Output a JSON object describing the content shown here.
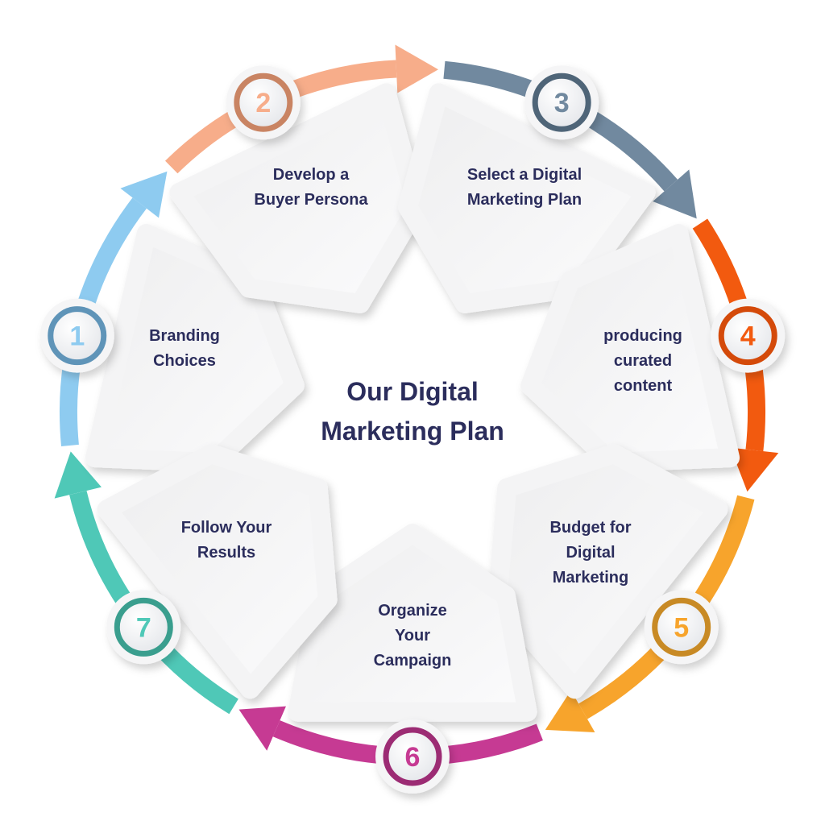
{
  "title": {
    "line1": "Our Digital",
    "line2": "Marketing Plan"
  },
  "steps": [
    {
      "number": "1",
      "lines": [
        "Branding",
        "Choices"
      ],
      "color": "#8ecbf0",
      "ring": "#5f94b8"
    },
    {
      "number": "2",
      "lines": [
        "Develop a",
        "Buyer Persona"
      ],
      "color": "#f7ad8a",
      "ring": "#c98463"
    },
    {
      "number": "3",
      "lines": [
        "Select a Digital",
        "Marketing Plan"
      ],
      "color": "#71899f",
      "ring": "#4f6578"
    },
    {
      "number": "4",
      "lines": [
        "producing",
        "curated",
        "content"
      ],
      "color": "#f25a0f",
      "ring": "#d44a0a"
    },
    {
      "number": "5",
      "lines": [
        "Budget for",
        "Digital",
        "Marketing"
      ],
      "color": "#f7a42c",
      "ring": "#c88a25"
    },
    {
      "number": "6",
      "lines": [
        "Organize",
        "Your",
        "Campaign"
      ],
      "color": "#c63a93",
      "ring": "#9c2c74"
    },
    {
      "number": "7",
      "lines": [
        "Follow Your",
        "Results"
      ],
      "color": "#4fc8b7",
      "ring": "#3a9e8e"
    }
  ]
}
